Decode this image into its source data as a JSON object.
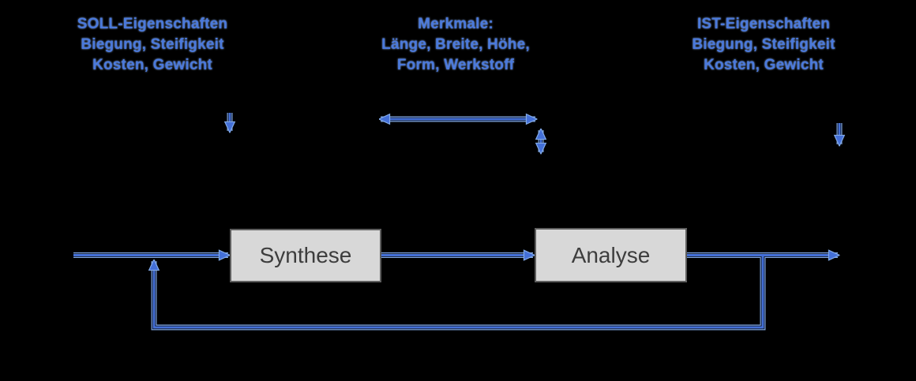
{
  "colors": {
    "background": "#000000",
    "text_blue": "#4a79dc",
    "text_halo": "#8fb2ee",
    "line_core": "#4470d8",
    "line_light": "#82aae8",
    "line_gap": "#000000",
    "box_fill": "#d8d8d8",
    "box_border": "#5e5e5e",
    "box_text": "#3d3d3d"
  },
  "labels": {
    "soll": {
      "lines": [
        "SOLL-Eigenschaften",
        "Biegung, Steifigkeit",
        "Kosten, Gewicht"
      ]
    },
    "merkmale": {
      "lines": [
        "Merkmale:",
        "Länge, Breite, Höhe,",
        "Form, Werkstoff"
      ]
    },
    "ist": {
      "lines": [
        "IST-Eigenschaften",
        "Biegung, Steifigkeit",
        "Kosten, Gewicht"
      ]
    }
  },
  "diagram": {
    "nodes": {
      "synthese": {
        "label": "Synthese"
      },
      "analyse": {
        "label": "Analyse"
      }
    },
    "edges": [
      {
        "id": "input-arrow",
        "from": "external-input",
        "to": "synthese",
        "style": "arrow-right"
      },
      {
        "id": "synthese-to-analyse-arrow",
        "from": "synthese",
        "to": "analyse",
        "style": "arrow-right"
      },
      {
        "id": "output-arrow",
        "from": "analyse",
        "to": "external-output",
        "style": "arrow-right"
      },
      {
        "id": "feedback-arrow",
        "from": "output-line",
        "to": "input-line",
        "style": "arrow-up-loop"
      },
      {
        "id": "soll-drop-arrow",
        "from": "soll-label",
        "to": "flow",
        "style": "arrow-down"
      },
      {
        "id": "merkmale-span-arrow",
        "from": "synthese-region",
        "to": "analyse-region",
        "style": "double-arrow-horizontal"
      },
      {
        "id": "merkmale-drop-arrow",
        "from": "merkmale-label",
        "to": "analyse-region",
        "style": "double-arrow-vertical"
      },
      {
        "id": "ist-drop-arrow",
        "from": "ist-label",
        "to": "output-region",
        "style": "arrow-down"
      }
    ]
  }
}
